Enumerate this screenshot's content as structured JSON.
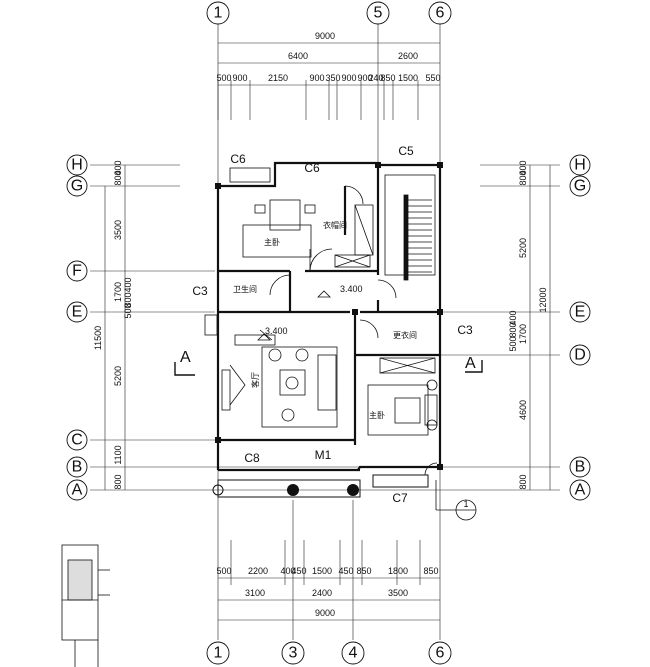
{
  "axes": {
    "top": [
      "1",
      "5",
      "6"
    ],
    "bottom": [
      "1",
      "3",
      "4",
      "6"
    ],
    "left": [
      "H",
      "G",
      "F",
      "E",
      "C",
      "B",
      "A"
    ],
    "right": [
      "H",
      "G",
      "E",
      "D",
      "B",
      "A"
    ]
  },
  "dimensions": {
    "top_overall": "9000",
    "top_mid": [
      "6400",
      "2600"
    ],
    "top_detail": [
      "500",
      "900",
      "2150",
      "900",
      "350",
      "900",
      "900",
      "240",
      "850",
      "1500",
      "550"
    ],
    "bottom_detail": [
      "500",
      "2200",
      "400",
      "450",
      "1500",
      "450",
      "850",
      "1800",
      "850"
    ],
    "bottom_mid": [
      "3100",
      "2400",
      "3500"
    ],
    "bottom_overall": "9000",
    "left_detail": [
      "800",
      "400",
      "3500",
      "1700",
      "400",
      "800",
      "500",
      "5200",
      "1100",
      "800"
    ],
    "left_overall": "11500",
    "right_detail": [
      "800",
      "400",
      "5200",
      "400",
      "800",
      "500",
      "1700",
      "4600",
      "800"
    ],
    "right_overall": "12000"
  },
  "windows": {
    "c6_left": "C6",
    "c6_mid": "C6",
    "c5": "C5",
    "c3_left": "C3",
    "c3_right": "C3",
    "c8": "C8",
    "m1": "M1",
    "c7": "C7"
  },
  "rooms": {
    "master_bedroom_top": "主卧",
    "cloakroom": "衣帽间",
    "bathroom": "卫生间",
    "living_room": "客厅",
    "dressing_room": "更衣间",
    "master_bedroom_bottom": "主卧"
  },
  "levels": {
    "corridor": "3.400",
    "living": "3.400"
  },
  "section": {
    "left": "A",
    "right": "A"
  },
  "detail_callout": {
    "number": "1"
  }
}
